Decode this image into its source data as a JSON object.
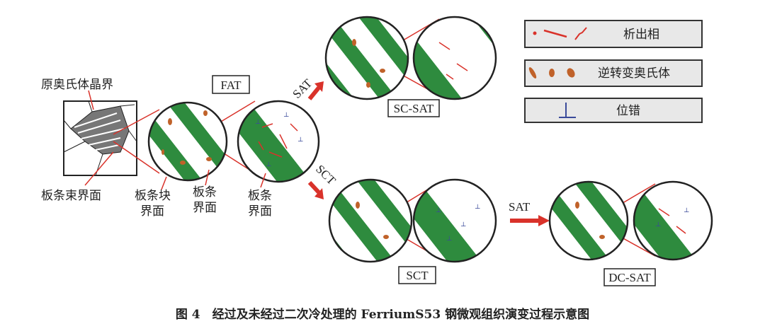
{
  "labels": {
    "prior_austenite_gb": "原奥氏体晶界",
    "packet_boundary": "板条束界面",
    "block_boundary_1": "板条块",
    "block_boundary_2": "界面",
    "lath_boundary_a1": "板条",
    "lath_boundary_a2": "界面",
    "lath_boundary_b1": "板条",
    "lath_boundary_b2": "界面"
  },
  "stages": {
    "fat": "FAT",
    "sc_sat": "SC-SAT",
    "sct": "SCT",
    "dc_sat": "DC-SAT"
  },
  "arrows": {
    "sat_up": "SAT",
    "sct_down": "SCT",
    "sat_right": "SAT"
  },
  "legend": [
    {
      "label": "析出相",
      "icon": "precipitate-icon"
    },
    {
      "label": "逆转变奥氏体",
      "icon": "reverted-austenite-icon"
    },
    {
      "label": "位错",
      "icon": "dislocation-icon"
    }
  ],
  "caption": "图 4　经过及未经过二次冷处理的 FerriumS53 钢微观组织演变过程示意图",
  "colors": {
    "green": "#2e8b3e",
    "red": "#d9322a",
    "brown": "#c0622a",
    "blue": "#3a4a9a",
    "gray": "#a8a8a8"
  }
}
